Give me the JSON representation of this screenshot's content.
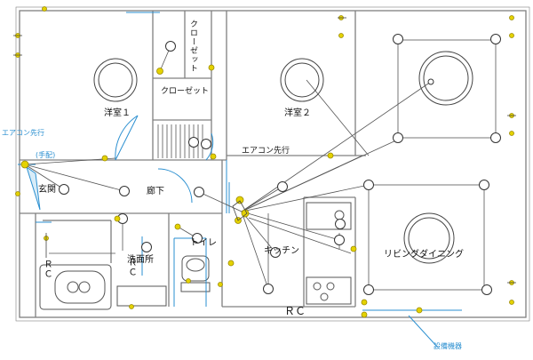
{
  "rooms": {
    "bedroom1": "洋室１",
    "bedroom2": "洋室２",
    "closet_vertical": "クローゼット",
    "closet_horizontal": "クローゼット",
    "entrance": "玄関",
    "hallway": "廊下",
    "toilet": "トイレ",
    "washroom": "洗面所",
    "kitchen": "キッチン",
    "living_dining": "リビングダイニング"
  },
  "labels": {
    "aircon_note": "エアコン先行",
    "rc_left": "ＲＣ",
    "rc_washroom": "ＲＣ",
    "rc_kitchen": "ＲＣ",
    "aircon_left_a": "エアコン先行",
    "aircon_left_b": "(手配)",
    "bottom_right_note": "設備機器"
  },
  "colors": {
    "wall": "#7a7a7a",
    "light": "#3a3a3a",
    "switch": "#c9b400",
    "blue": "#2a8fd0",
    "wire": "#555555"
  }
}
